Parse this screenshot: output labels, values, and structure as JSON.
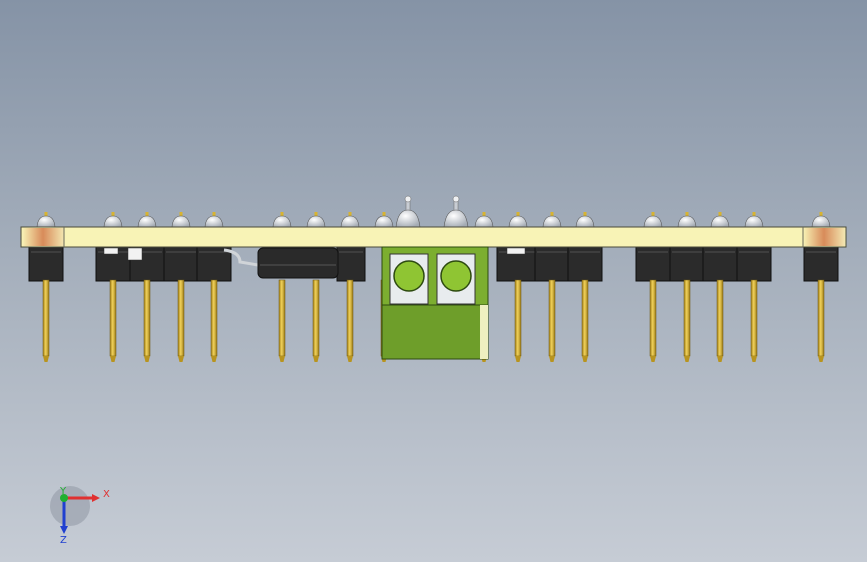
{
  "viewport": {
    "colors": {
      "background_top": "#8593a6",
      "background_bottom": "#c6ccd5",
      "board": "#f8f3b6",
      "board_edge": "#e2a070",
      "header_block": "#2b2b2b",
      "pin": "#d8b431",
      "terminal_block": "#6e9e2a",
      "terminal_hole": "#8fc533",
      "solder_joint": "#d9dde3"
    },
    "part": {
      "top_pin_count": 20,
      "bottom_pin_count": 20,
      "header_block_count": 14,
      "terminal_block_count": 1,
      "terminal_hole_count": 2,
      "smd_part_count": 1
    }
  },
  "triad": {
    "x_label": "X",
    "y_label": "Y",
    "z_label": "Z",
    "x_color": "#e03030",
    "y_color": "#20b030",
    "z_color": "#2040d0"
  }
}
